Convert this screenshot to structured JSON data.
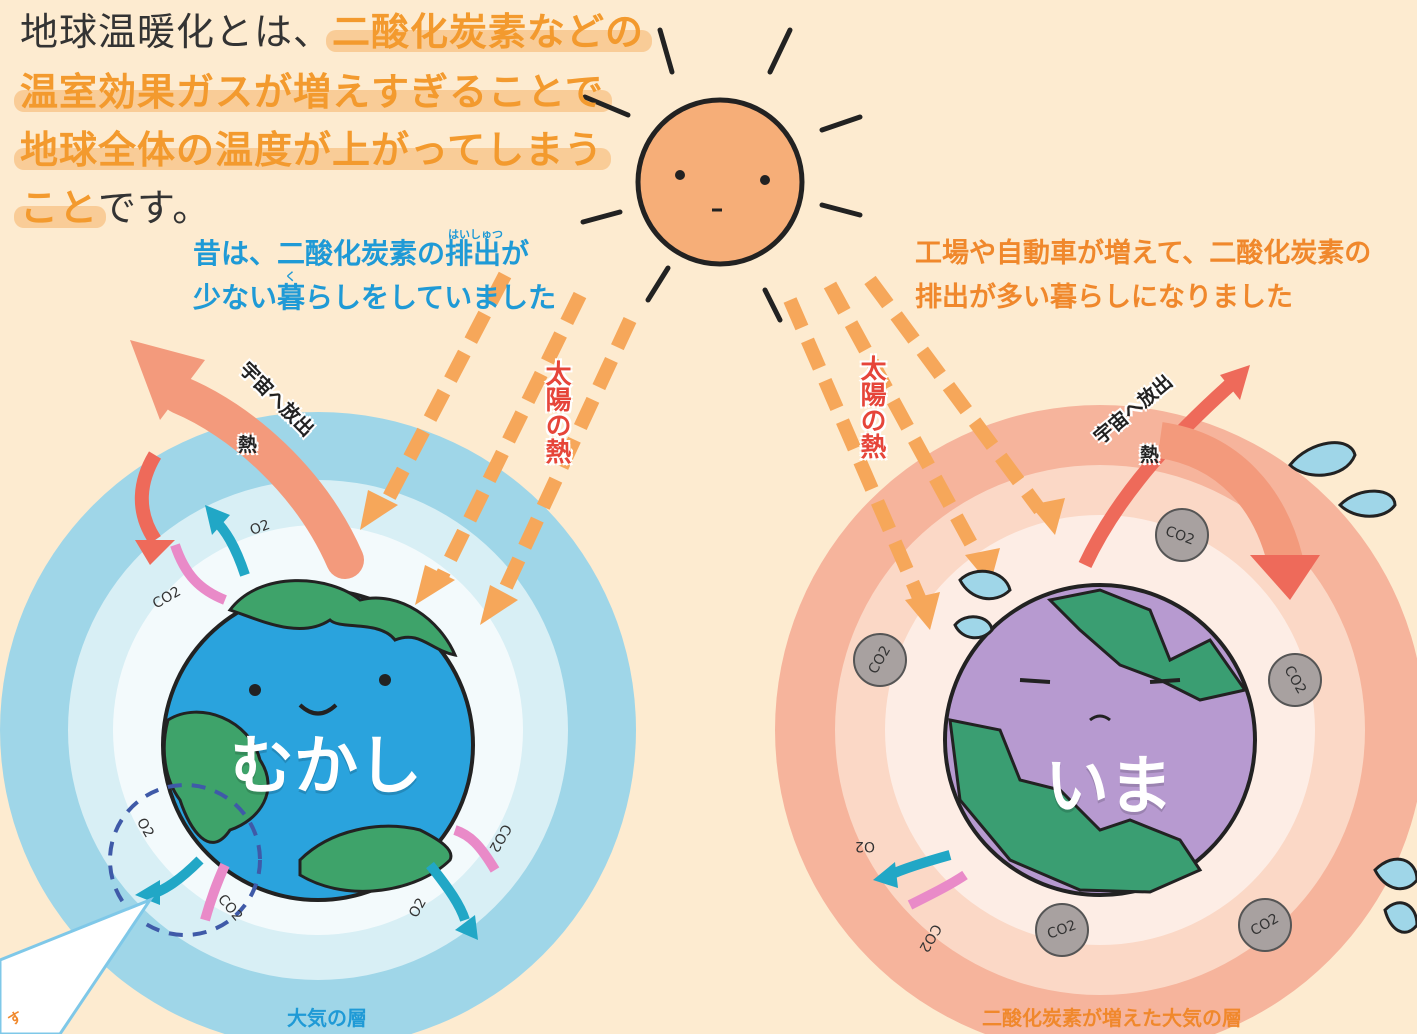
{
  "intro": {
    "line1_plain": "地球温暖化とは、",
    "line1_hl": "二酸化炭素などの",
    "line2": "温室効果ガスが増えすぎることで",
    "line3": "地球全体の温度が上がってしまう",
    "line4_hl": "こと",
    "line4_plain": "です。"
  },
  "past": {
    "caption_line1": "昔は、二酸化炭素の排出が",
    "caption_line2": "少ない暮らしをしていました",
    "ruby_haishutsu": "はいしゅつ",
    "ruby_kure": "く",
    "globe_label": "むかし",
    "layer_label": "大気の層",
    "sun_heat": "太陽の熱",
    "space_release": "宇宙へ放出",
    "heat": "熱",
    "o2": "O2",
    "co2": "CO2"
  },
  "now": {
    "caption_line1": "工場や自動車が増えて、二酸化炭素の",
    "caption_line2": "排出が多い暮らしになりました",
    "globe_label": "いま",
    "layer_label": "二酸化炭素が増えた大気の層",
    "sun_heat": "太陽の熱",
    "space_release": "宇宙へ放出",
    "heat": "熱",
    "o2": "O2",
    "co2": "CO2"
  },
  "bubble_text": "す",
  "colors": {
    "background": "#fdebd0",
    "past_atmosphere": "#9fd6e8",
    "now_atmosphere": "#f6b49c",
    "earth_blue": "#2aa3dd",
    "earth_purple": "#b79ad0",
    "land_green": "#3ea36a",
    "sun": "#f6ae78",
    "heat_arrow": "#f6a75a",
    "release_arrow": "#ee6a5a",
    "o2_arrow": "#21a7c6",
    "co2_arrow": "#e98ac8"
  }
}
